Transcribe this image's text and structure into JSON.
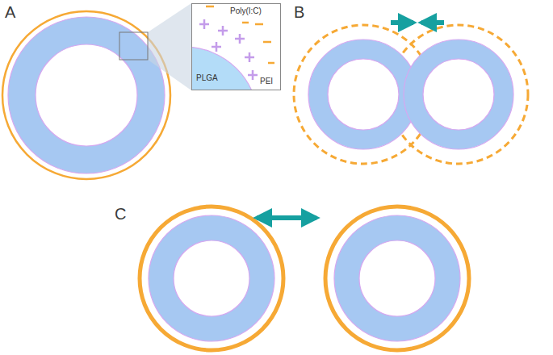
{
  "diagram": {
    "nodes": [
      {
        "text": [
          "Poly(I:C)",
          "PLGA",
          "PEI"
        ]
      }
    ],
    "labels": [
      "A",
      "B",
      "C"
    ]
  }
}
